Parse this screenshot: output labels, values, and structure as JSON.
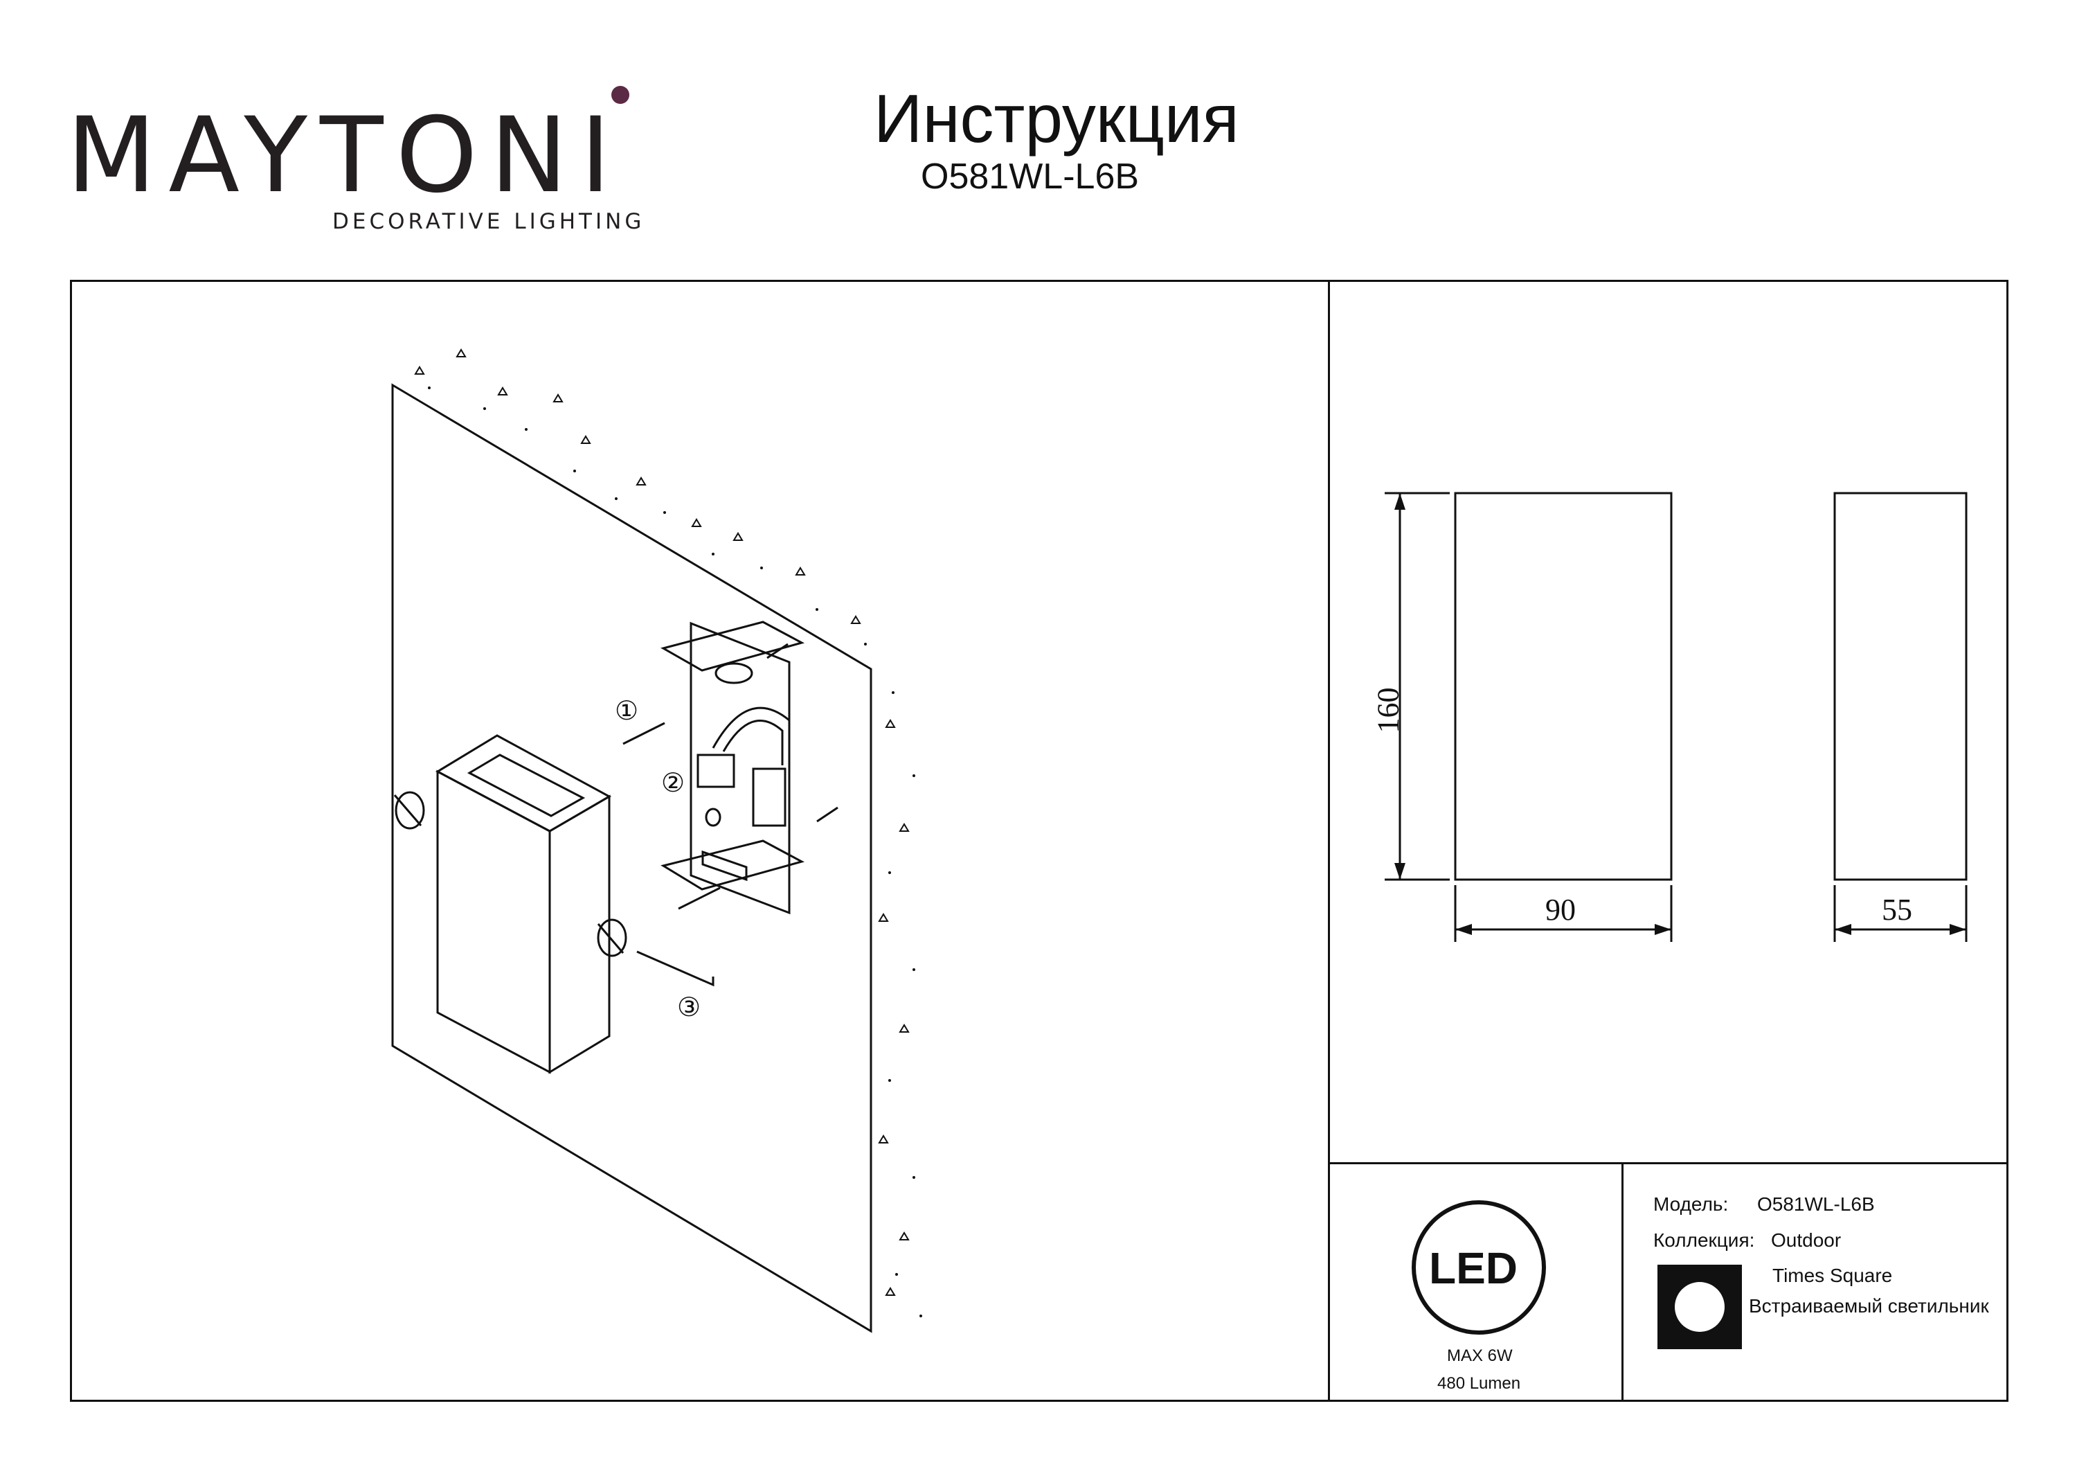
{
  "brand": {
    "logo_text": "MAYTONI",
    "subtitle": "DECORATIVE LIGHTING",
    "accent_color": "#5b2a45"
  },
  "header": {
    "title": "Инструкция",
    "model": "O581WL-L6B"
  },
  "dimensions": {
    "height": "160",
    "width": "90",
    "depth": "55"
  },
  "steps": [
    "①",
    "②",
    "③"
  ],
  "led": {
    "label": "LED",
    "power": "MAX 6W",
    "lumen": "480 Lumen"
  },
  "specs": {
    "model_label": "Модель:",
    "model_value": "O581WL-L6B",
    "collection_label": "Коллекция:",
    "collection_value": "Outdoor",
    "series": "Times Square",
    "type": "Встраиваемый светильник"
  }
}
